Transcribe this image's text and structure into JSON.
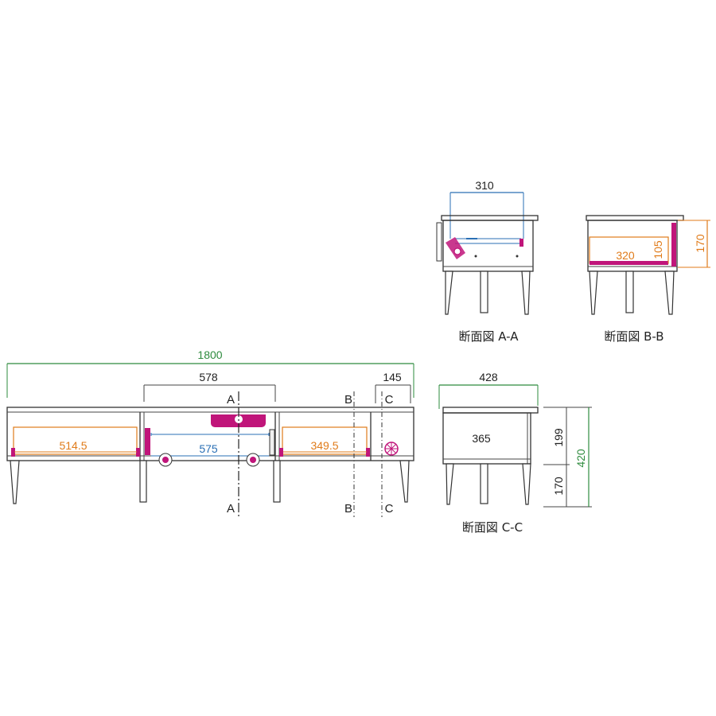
{
  "colors": {
    "outline": "#333333",
    "dim_green": "#2e8b3e",
    "dim_blue": "#2a6fb5",
    "dim_orange": "#e07b1a",
    "hardware_magenta": "#c0157a"
  },
  "front_view": {
    "overall_width": "1800",
    "opening_width": "578",
    "end_depth": "145",
    "left_drawer_inner": "514.5",
    "center_rail_span": "575",
    "right_drawer_inner": "349.5",
    "section_marks": {
      "a": "A",
      "b": "B",
      "c": "C"
    }
  },
  "section_a": {
    "caption": "断面図 A-A",
    "depth": "310"
  },
  "section_b": {
    "caption": "断面図 B-B",
    "inner_depth": "320",
    "inner_height": "105",
    "drawer_height": "170"
  },
  "section_c": {
    "caption": "断面図 C-C",
    "overall_depth": "428",
    "inner_depth": "365",
    "body_height": "199",
    "leg_height": "170",
    "total_height": "420"
  }
}
